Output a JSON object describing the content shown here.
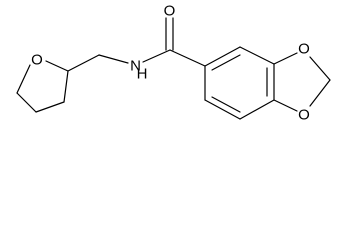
{
  "structure": {
    "atoms": {
      "carbonyl_oxygen": "O",
      "amide_nitrogen": "N",
      "ring_oxygen": "O",
      "dioxole_oxygen_top": "O",
      "dioxole_oxygen_bottom": "O"
    },
    "amide_nitrogen_hydrogen": "H"
  }
}
